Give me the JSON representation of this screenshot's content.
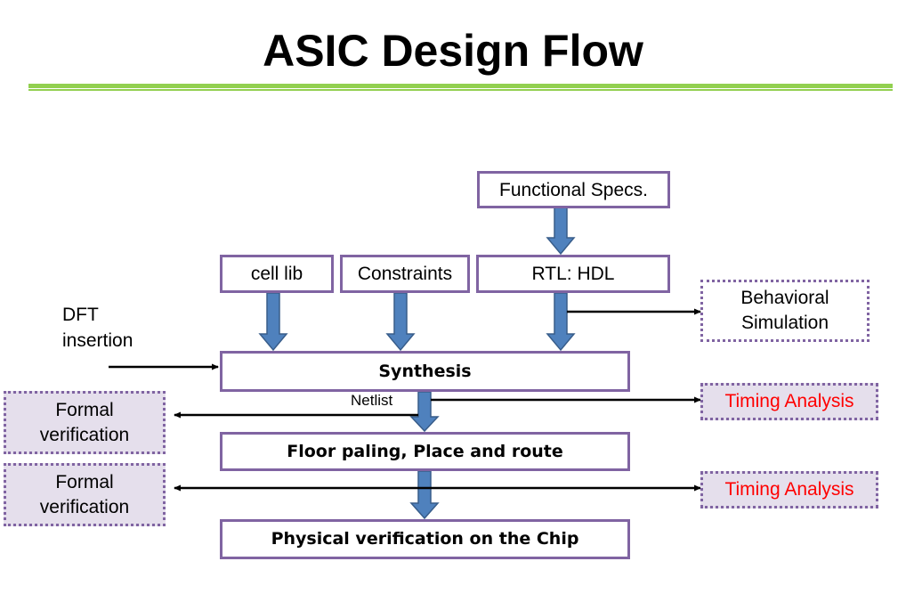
{
  "slide": {
    "title": "ASIC Design Flow",
    "accent_color": "#92d050",
    "box_border_color": "#8064a2",
    "arrow_fill_color": "#4f81bd",
    "shaded_box_color": "#e5dfec",
    "highlight_text_color": "#ff0000"
  },
  "inputs": {
    "functional_specs": "Functional Specs.",
    "cell_lib": "cell lib",
    "constraints": "Constraints",
    "rtl_hdl": "RTL: HDL",
    "dft_line1": "DFT",
    "dft_line2": "insertion"
  },
  "stages": {
    "synthesis": "Synthesis",
    "netlist": "Netlist",
    "place_route": "Floor paling, Place and route",
    "physical_verification": "Physical verification on the Chip"
  },
  "side_checks": {
    "behavioral_line1": "Behavioral",
    "behavioral_line2": "Simulation",
    "timing_analysis_1": "Timing Analysis",
    "timing_analysis_2": "Timing Analysis",
    "formal_1_line1": "Formal",
    "formal_1_line2": "verification",
    "formal_2_line1": "Formal",
    "formal_2_line2": "verification"
  }
}
